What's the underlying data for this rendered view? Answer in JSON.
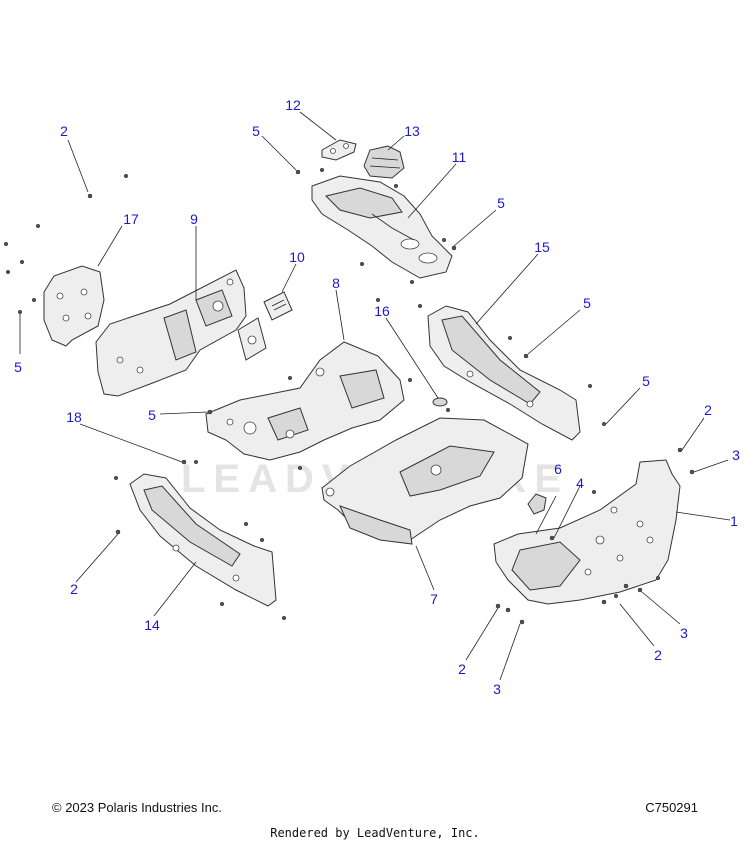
{
  "watermark": "LEADVENTURE",
  "callouts": [
    {
      "id": "c1",
      "label": "1"
    },
    {
      "id": "c2a",
      "label": "2"
    },
    {
      "id": "c2b",
      "label": "2"
    },
    {
      "id": "c2c",
      "label": "2"
    },
    {
      "id": "c2d",
      "label": "2"
    },
    {
      "id": "c2e",
      "label": "2"
    },
    {
      "id": "c3a",
      "label": "3"
    },
    {
      "id": "c3b",
      "label": "3"
    },
    {
      "id": "c3c",
      "label": "3"
    },
    {
      "id": "c4",
      "label": "4"
    },
    {
      "id": "c5a",
      "label": "5"
    },
    {
      "id": "c5b",
      "label": "5"
    },
    {
      "id": "c5c",
      "label": "5"
    },
    {
      "id": "c5d",
      "label": "5"
    },
    {
      "id": "c5e",
      "label": "5"
    },
    {
      "id": "c5f",
      "label": "5"
    },
    {
      "id": "c6",
      "label": "6"
    },
    {
      "id": "c7",
      "label": "7"
    },
    {
      "id": "c8",
      "label": "8"
    },
    {
      "id": "c9",
      "label": "9"
    },
    {
      "id": "c10",
      "label": "10"
    },
    {
      "id": "c11",
      "label": "11"
    },
    {
      "id": "c12",
      "label": "12"
    },
    {
      "id": "c13",
      "label": "13"
    },
    {
      "id": "c14",
      "label": "14"
    },
    {
      "id": "c15",
      "label": "15"
    },
    {
      "id": "c16",
      "label": "16"
    },
    {
      "id": "c17",
      "label": "17"
    },
    {
      "id": "c18",
      "label": "18"
    }
  ],
  "footer": {
    "copyright": "© 2023 Polaris Industries Inc.",
    "diagram_code": "C750291",
    "rendered_by": "Rendered by LeadVenture, Inc."
  }
}
